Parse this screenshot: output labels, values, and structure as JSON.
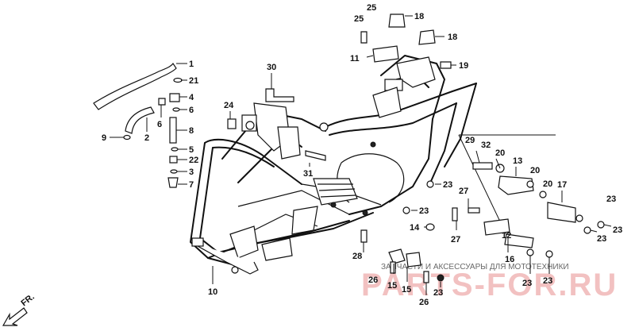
{
  "diagram": {
    "fr_label": "FR.",
    "watermark_text": "ЗАПЧАСТИ И АКСЕССУАРЫ ДЛЯ МОТОТЕХНИКИ",
    "watermark_logo": "PARTS-FOR.RU",
    "callouts": {
      "c1": "1",
      "c2": "2",
      "c3": "3",
      "c4": "4",
      "c5": "5",
      "c6": "6",
      "c6b": "6",
      "c7": "7",
      "c8": "8",
      "c9": "9",
      "c10": "10",
      "c11": "11",
      "c12": "12",
      "c13": "13",
      "c14": "14",
      "c15a": "15",
      "c15b": "15",
      "c16": "16",
      "c17": "17",
      "c18a": "18",
      "c18b": "18",
      "c19": "19",
      "c20a": "20",
      "c20b": "20",
      "c20c": "20",
      "c21": "21",
      "c22": "22",
      "c23a": "23",
      "c23b": "23",
      "c23c": "23",
      "c23d": "23",
      "c23e": "23",
      "c23f": "23",
      "c23g": "23",
      "c23h": "23",
      "c24": "24",
      "c25a": "25",
      "c25b": "25",
      "c26a": "26",
      "c26b": "26",
      "c27a": "27",
      "c27b": "27",
      "c28": "28",
      "c29": "29",
      "c30": "30",
      "c31": "31",
      "c32": "32"
    }
  }
}
